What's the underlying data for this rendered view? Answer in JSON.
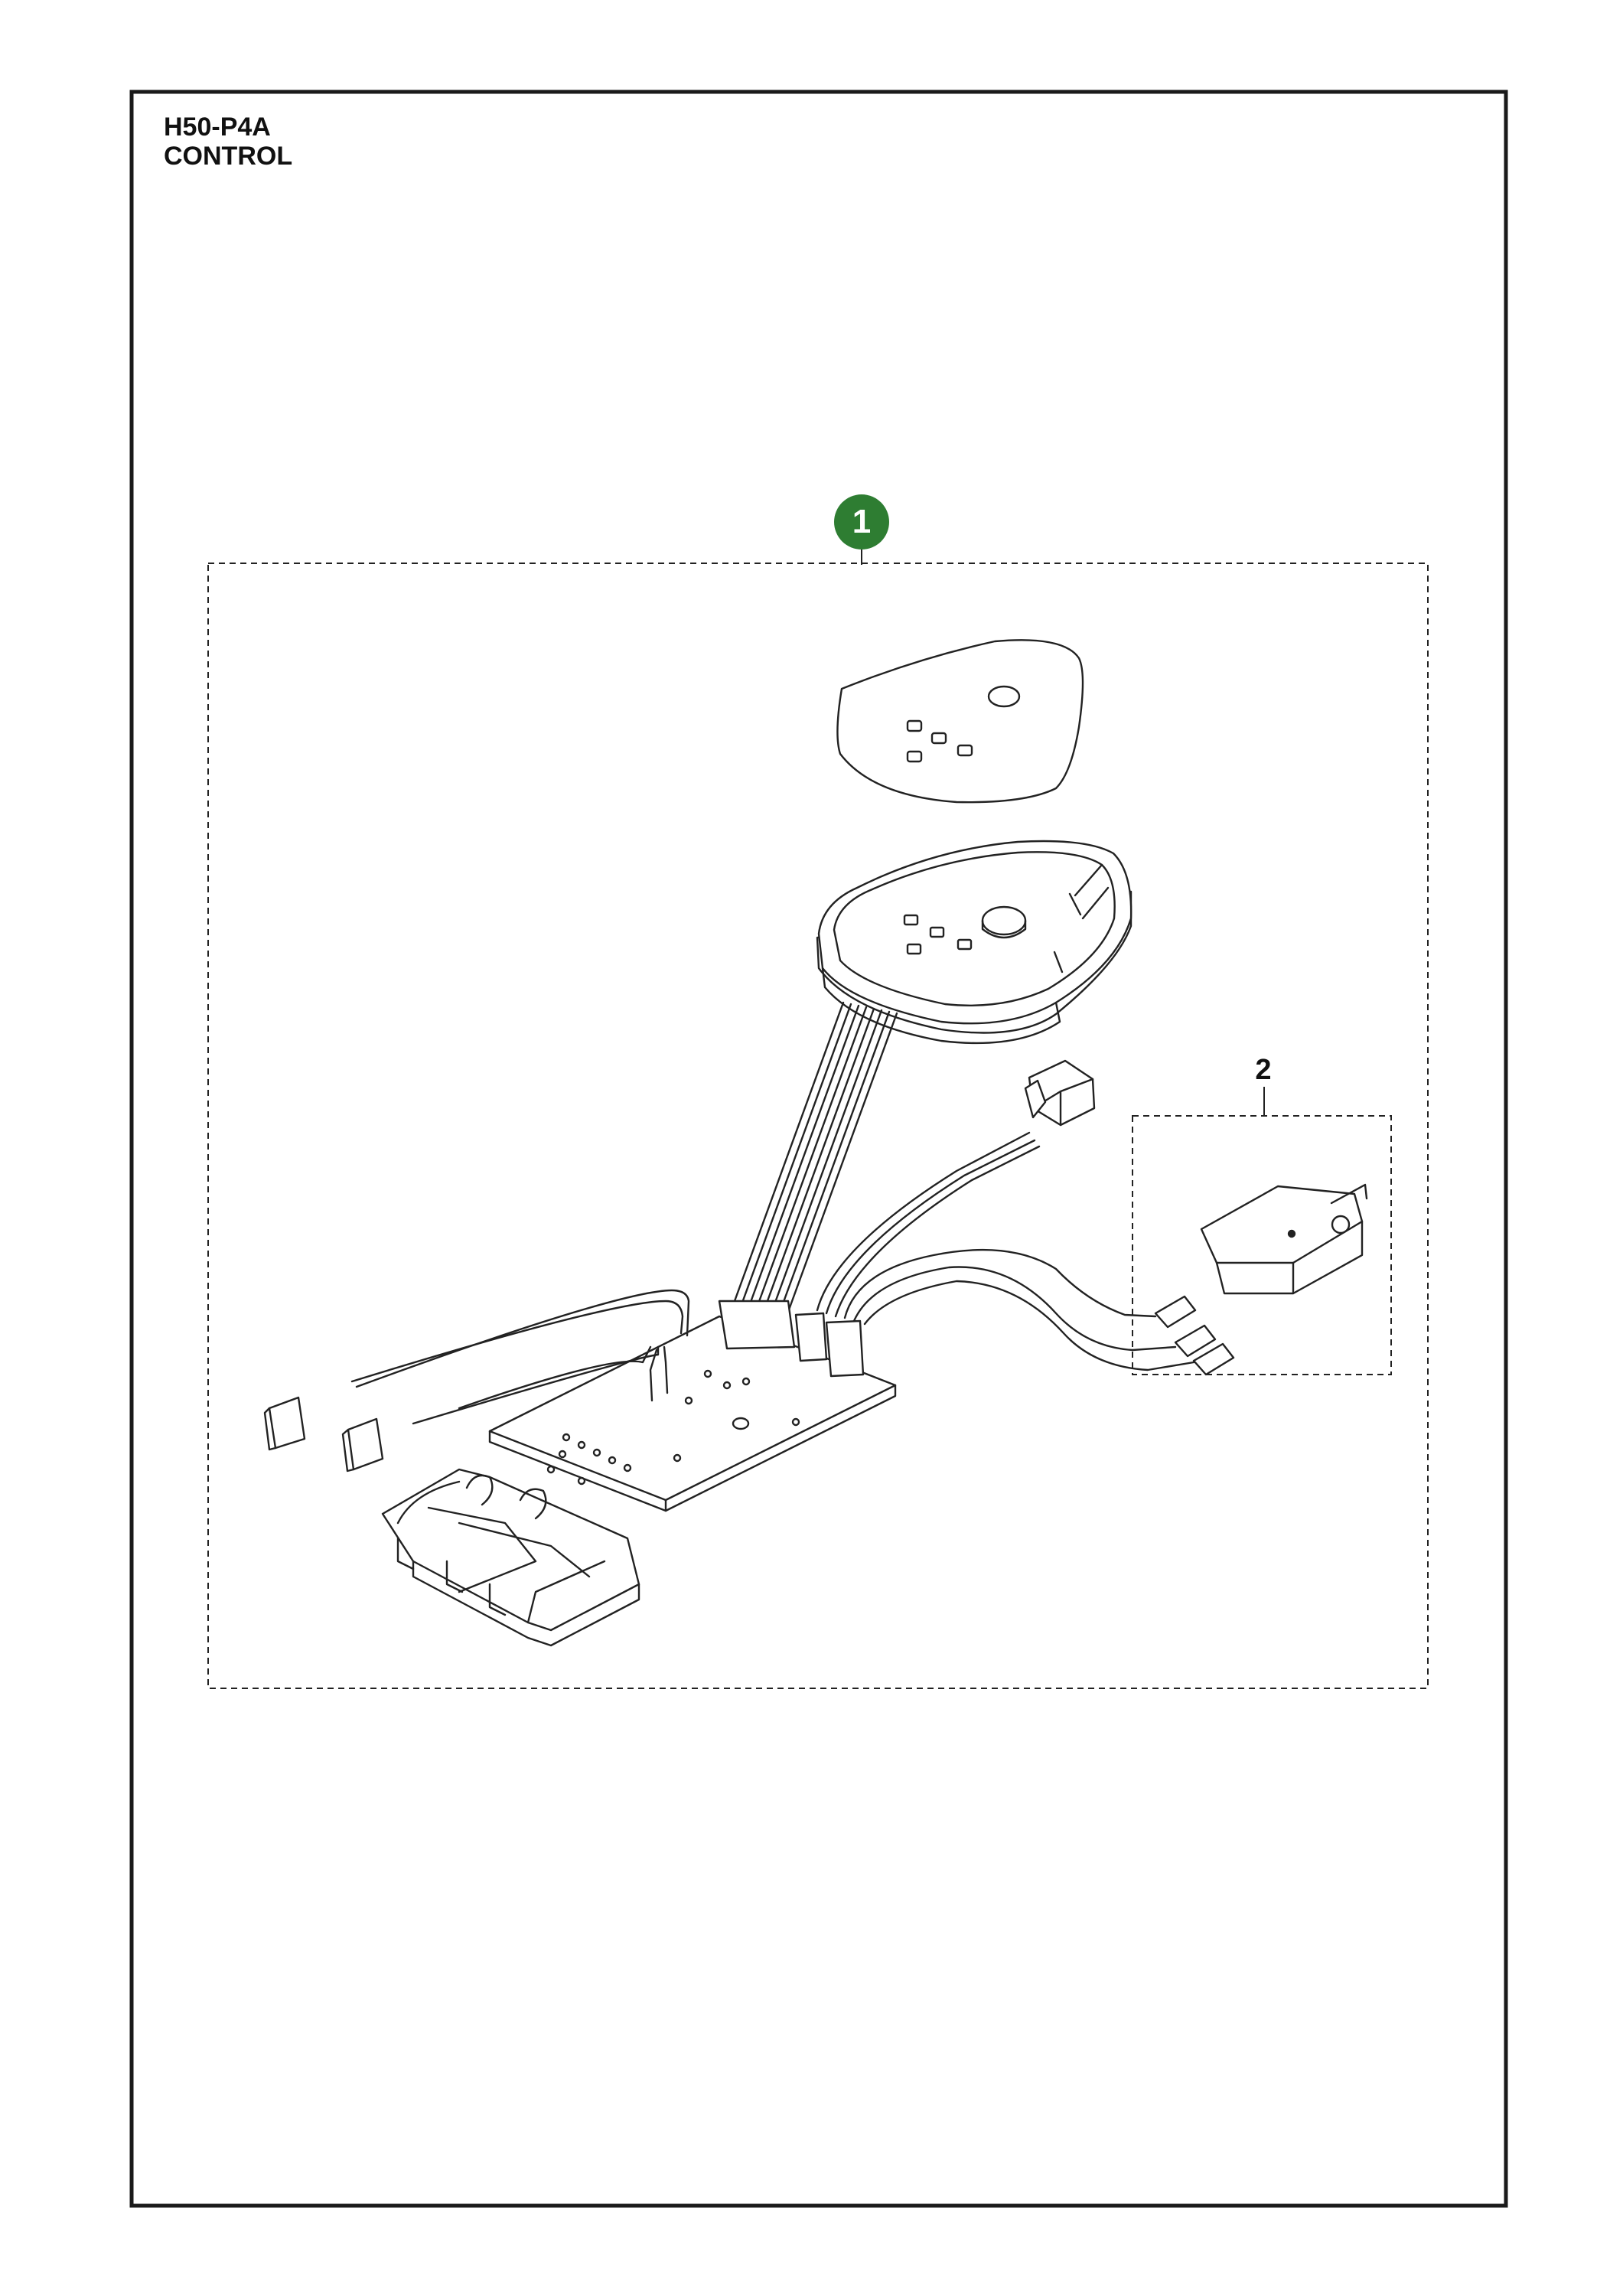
{
  "document": {
    "model": "H50-P4A",
    "section": "CONTROL"
  },
  "callouts": [
    {
      "number": "1",
      "style": "filled-circle",
      "fill": "#2e7d32"
    },
    {
      "number": "2",
      "style": "plain-text"
    }
  ],
  "colors": {
    "frame": "#1a1a1a",
    "line": "#222222",
    "callout_green": "#2e7d32"
  }
}
